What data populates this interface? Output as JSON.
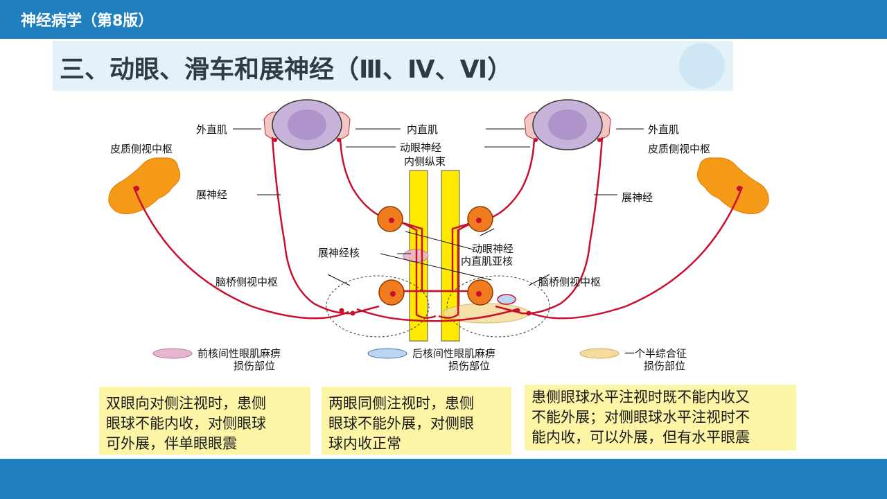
{
  "header": {
    "book_title": "神经病学（第8版）"
  },
  "slide": {
    "title": "三、动眼、滑车和展神经（Ⅲ、Ⅳ、Ⅵ）"
  },
  "diagram": {
    "labels": {
      "lateral_rectus_left": "外直肌",
      "lateral_rectus_right": "外直肌",
      "medial_rectus": "内直肌",
      "cortical_center_left": "皮质侧视中枢",
      "cortical_center_right": "皮质侧视中枢",
      "oculomotor_nerve": "动眼神经",
      "mlf": "内侧纵束",
      "abducens_nerve_left": "展神经",
      "abducens_nerve_right": "展神经",
      "abducens_nucleus": "展神经核",
      "oculomotor_subnucleus_line1": "动眼神经",
      "oculomotor_subnucleus_line2": "内直肌亚核",
      "pontine_center_left": "脑桥侧视中枢",
      "pontine_center_right": "脑桥侧视中枢"
    },
    "legend": [
      {
        "line1": "前核间性眼肌麻痹",
        "line2": "损伤部位",
        "color": "#e8b4cf"
      },
      {
        "line1": "后核间性眼肌麻痹",
        "line2": "损伤部位",
        "color": "#bcd6f2"
      },
      {
        "line1": "一个半综合征",
        "line2": "损伤部位",
        "color": "#f5dc9c"
      }
    ]
  },
  "notes": [
    {
      "lines": [
        "双眼向对侧注视时，患侧",
        "眼球不能内收，对侧眼球",
        "可外展，伴单眼眼震"
      ]
    },
    {
      "lines": [
        "两眼同侧注视时，患侧",
        "眼球不能外展，对侧眼",
        "球内收正常"
      ]
    },
    {
      "lines": [
        "患侧眼球水平注视时既不能内收又",
        "不能外展；对侧眼球水平注视时不",
        "能内收，可以外展，但有水平眼震"
      ]
    }
  ],
  "colors": {
    "header_blue": "#1f7fbf",
    "note_yellow": "#fdf5a6",
    "nerve_red": "#c8102e",
    "mlf_yellow": "#ffea00",
    "nucleus_orange": "#f07c1f",
    "cortex_orange": "#f59a18"
  }
}
